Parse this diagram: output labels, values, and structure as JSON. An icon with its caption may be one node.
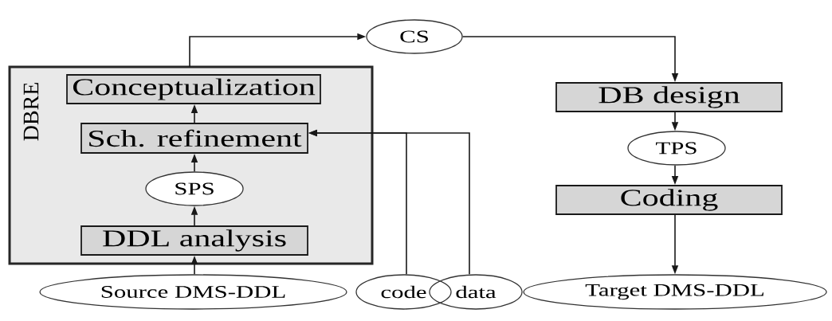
{
  "diagram": {
    "nodes": [
      {
        "text": [
          "CS"
        ]
      },
      {
        "text": [
          "DBRE"
        ]
      },
      {
        "text": [
          "Conceptualization"
        ],
        "in": 1
      },
      {
        "text": [
          "Sch. refinement"
        ],
        "in": 1
      },
      {
        "text": [
          "SPS"
        ],
        "in": 1
      },
      {
        "text": [
          "DDL analysis"
        ],
        "in": 1
      },
      {
        "text": [
          "DB design"
        ]
      },
      {
        "text": [
          "TPS"
        ]
      },
      {
        "text": [
          "Coding"
        ]
      },
      {
        "text": [
          "Source DMS-DDL"
        ]
      },
      {
        "text": [
          "code"
        ]
      },
      {
        "text": [
          "data"
        ]
      },
      {
        "text": [
          "Target DMS-DDL"
        ]
      }
    ],
    "edges": [
      {
        "from": 9,
        "to": 5,
        "arrow": "to"
      },
      {
        "from": 5,
        "to": 4,
        "arrow": "to"
      },
      {
        "from": 4,
        "to": 3,
        "arrow": "to"
      },
      {
        "from": 3,
        "to": 2,
        "arrow": "to"
      },
      {
        "from": 10,
        "to": 3,
        "arrow": "to"
      },
      {
        "from": 11,
        "to": 3,
        "arrow": "to"
      },
      {
        "from": 1,
        "to": 0,
        "arrow": "to"
      },
      {
        "from": 0,
        "to": 6,
        "arrow": "to"
      },
      {
        "from": 6,
        "to": 7,
        "arrow": "to"
      },
      {
        "from": 7,
        "to": 8,
        "arrow": "to"
      },
      {
        "from": 8,
        "to": 12,
        "arrow": "to"
      }
    ]
  }
}
